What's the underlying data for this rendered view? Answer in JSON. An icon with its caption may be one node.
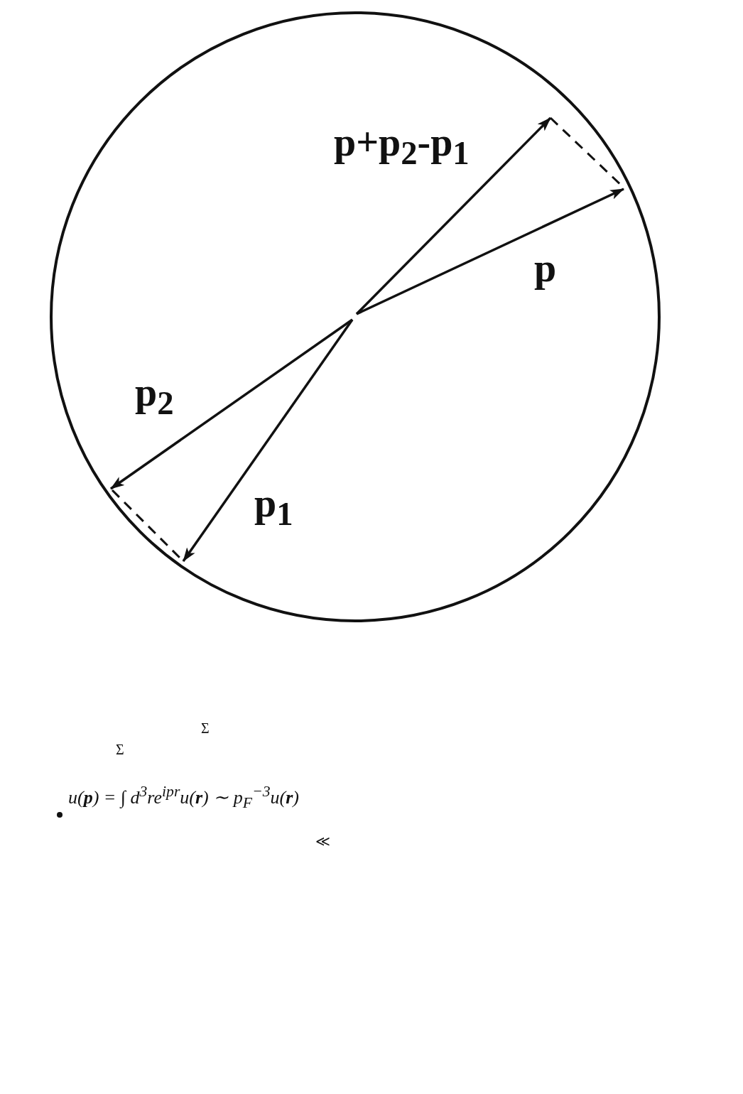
{
  "diagram": {
    "labels": [
      "p+p$_{2}$-p$_{1}$",
      "p",
      "p$_{2}$",
      "p$_{1}$",
      "Σ",
      "Σ",
      "u(**p**) = ∫ d$^{3}$re$^{ipr}$u(**r**) ∼ p$_{F}$$^{−3}$u(**r**)",
      "≪"
    ]
  }
}
